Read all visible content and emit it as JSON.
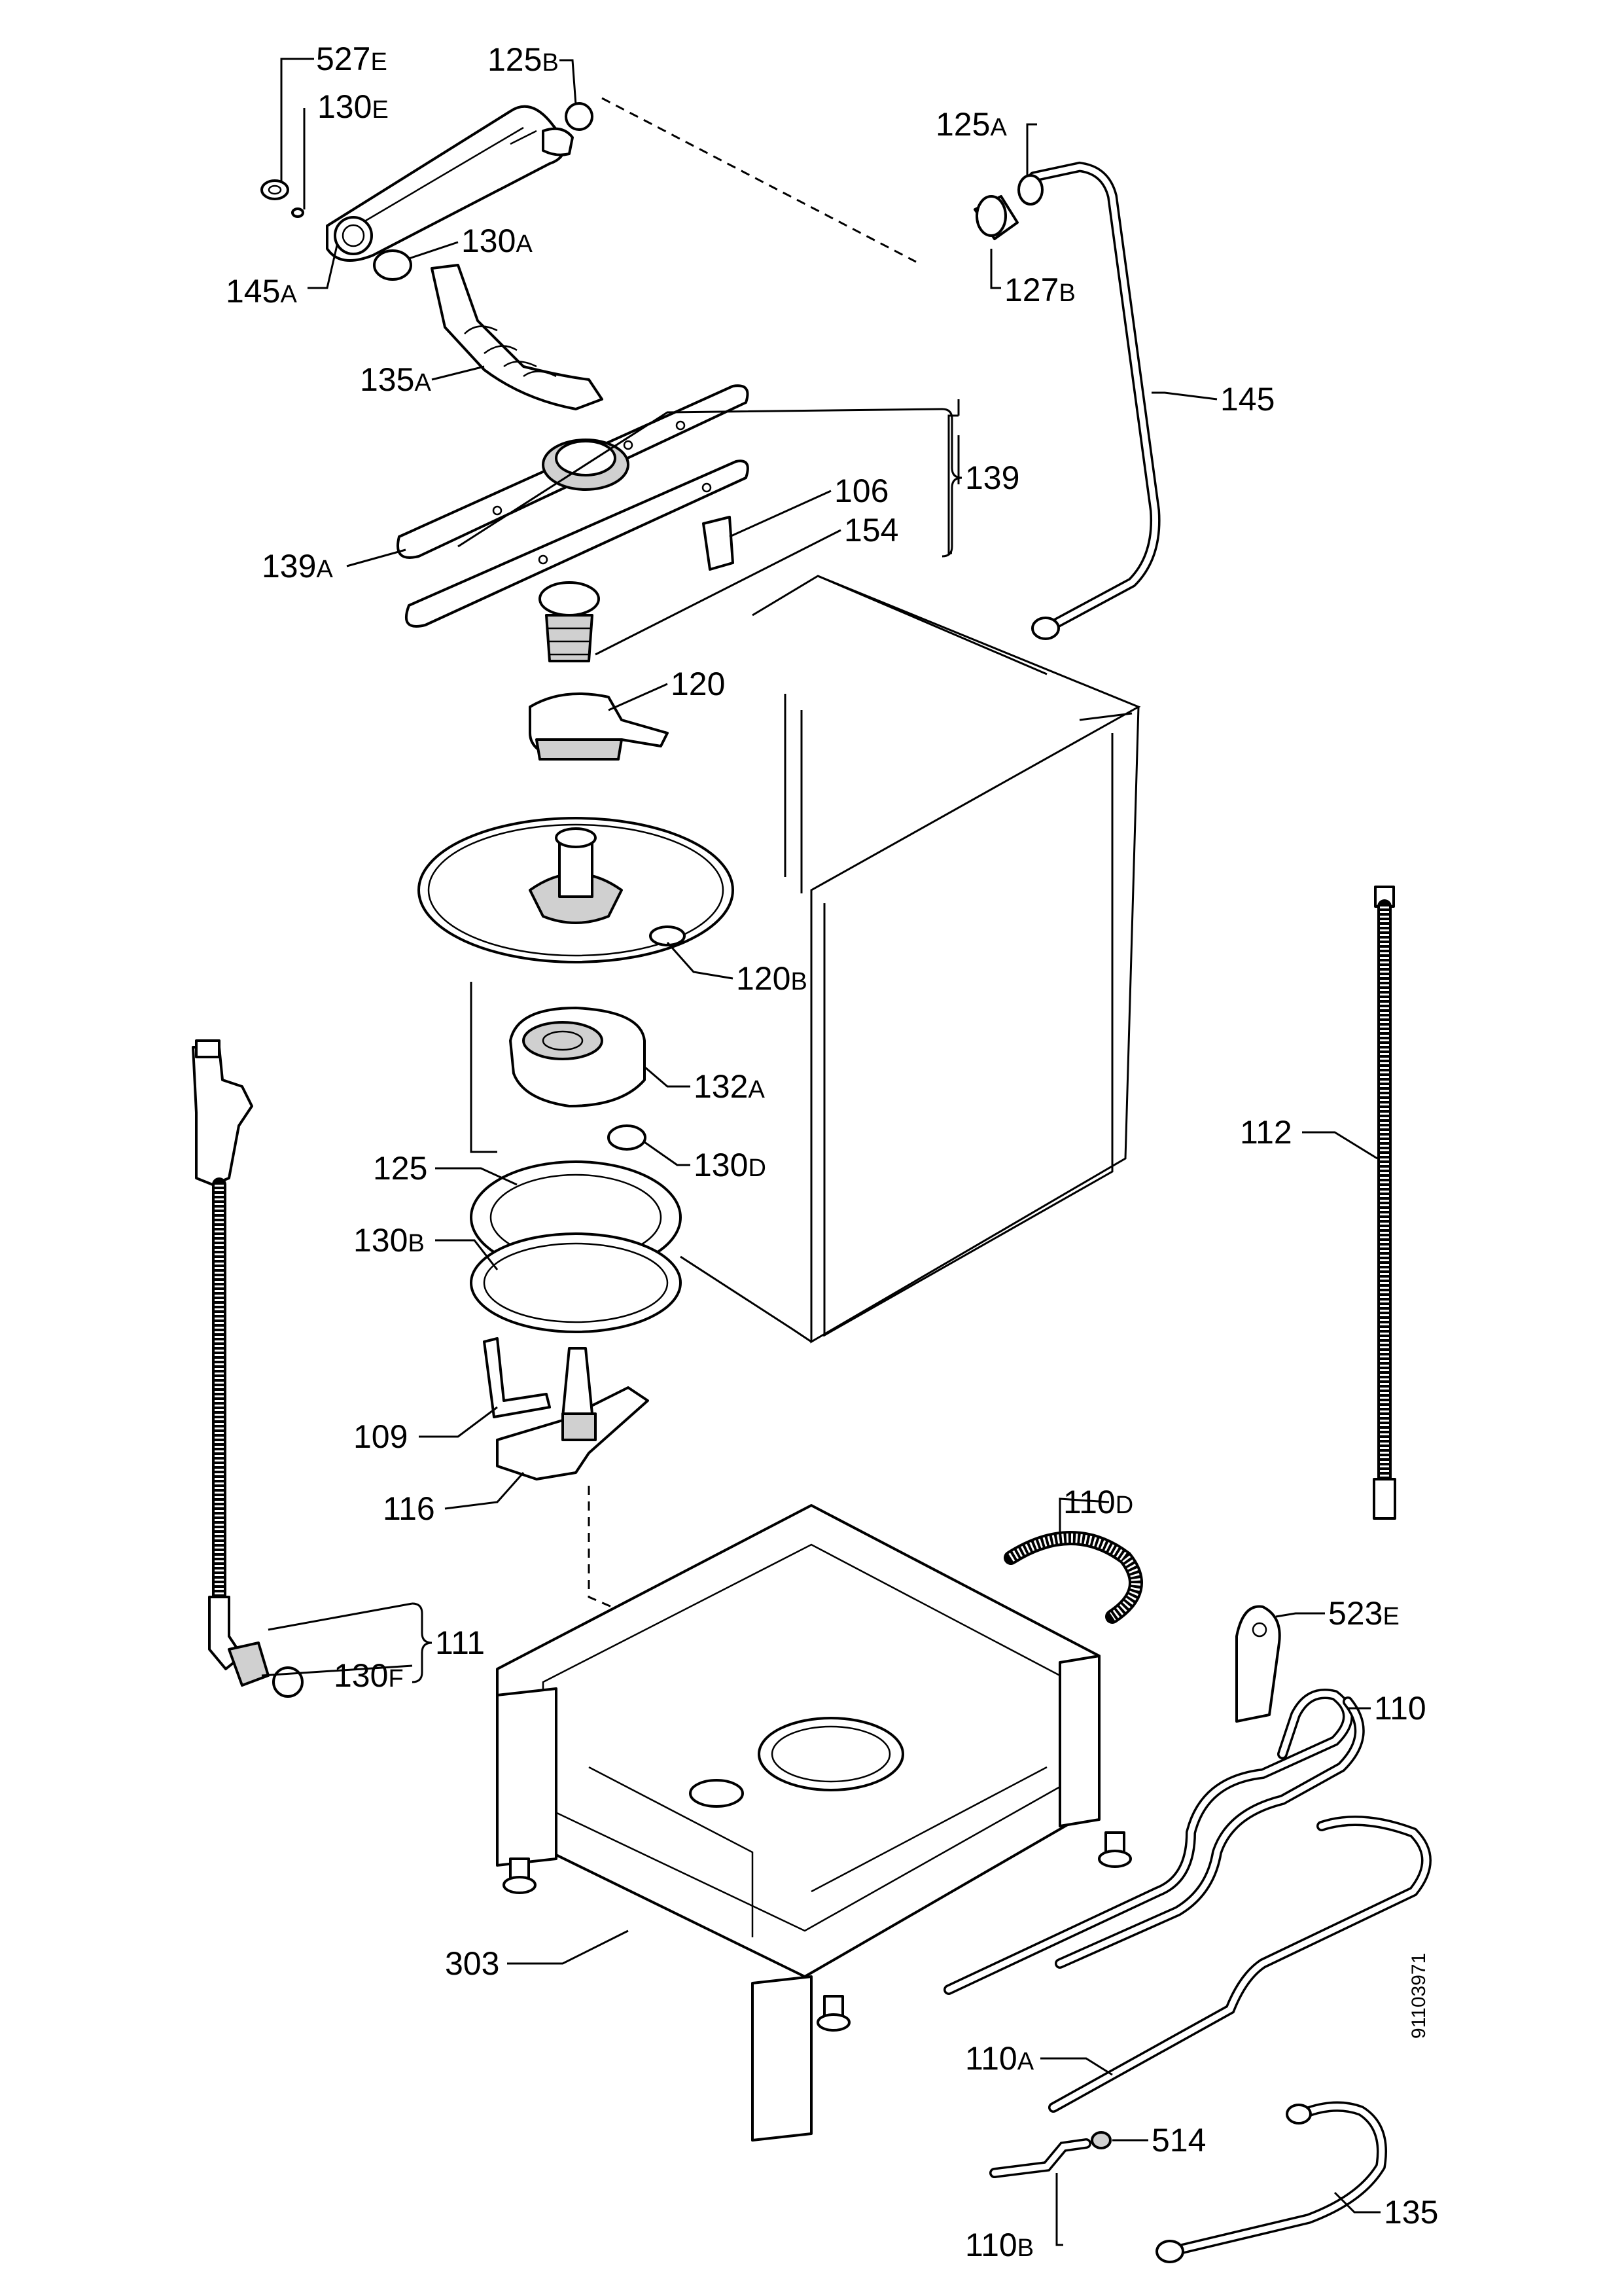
{
  "drawing_number": "91103971",
  "labels": {
    "l527E": {
      "num": "527",
      "sfx": "E"
    },
    "l130E": {
      "num": "130",
      "sfx": "E"
    },
    "l125B": {
      "num": "125",
      "sfx": "B"
    },
    "l130A": {
      "num": "130",
      "sfx": "A"
    },
    "l145A": {
      "num": "145",
      "sfx": "A"
    },
    "l135A": {
      "num": "135",
      "sfx": "A"
    },
    "l125A": {
      "num": "125",
      "sfx": "A"
    },
    "l127B": {
      "num": "127",
      "sfx": "B"
    },
    "l145": {
      "num": "145",
      "sfx": ""
    },
    "l139": {
      "num": "139",
      "sfx": ""
    },
    "l106": {
      "num": "106",
      "sfx": ""
    },
    "l154": {
      "num": "154",
      "sfx": ""
    },
    "l139A": {
      "num": "139",
      "sfx": "A"
    },
    "l120": {
      "num": "120",
      "sfx": ""
    },
    "l120B": {
      "num": "120",
      "sfx": "B"
    },
    "l132A": {
      "num": "132",
      "sfx": "A"
    },
    "l130D": {
      "num": "130",
      "sfx": "D"
    },
    "l125": {
      "num": "125",
      "sfx": ""
    },
    "l130B": {
      "num": "130",
      "sfx": "B"
    },
    "l112": {
      "num": "112",
      "sfx": ""
    },
    "l109": {
      "num": "109",
      "sfx": ""
    },
    "l116": {
      "num": "116",
      "sfx": ""
    },
    "l110D": {
      "num": "110",
      "sfx": "D"
    },
    "l111": {
      "num": "111",
      "sfx": ""
    },
    "l130F": {
      "num": "130",
      "sfx": "F"
    },
    "l523E": {
      "num": "523",
      "sfx": "E"
    },
    "l110": {
      "num": "110",
      "sfx": ""
    },
    "l303": {
      "num": "303",
      "sfx": ""
    },
    "l110A": {
      "num": "110",
      "sfx": "A"
    },
    "l514": {
      "num": "514",
      "sfx": ""
    },
    "l135": {
      "num": "135",
      "sfx": ""
    },
    "l110B": {
      "num": "110",
      "sfx": "B"
    }
  }
}
